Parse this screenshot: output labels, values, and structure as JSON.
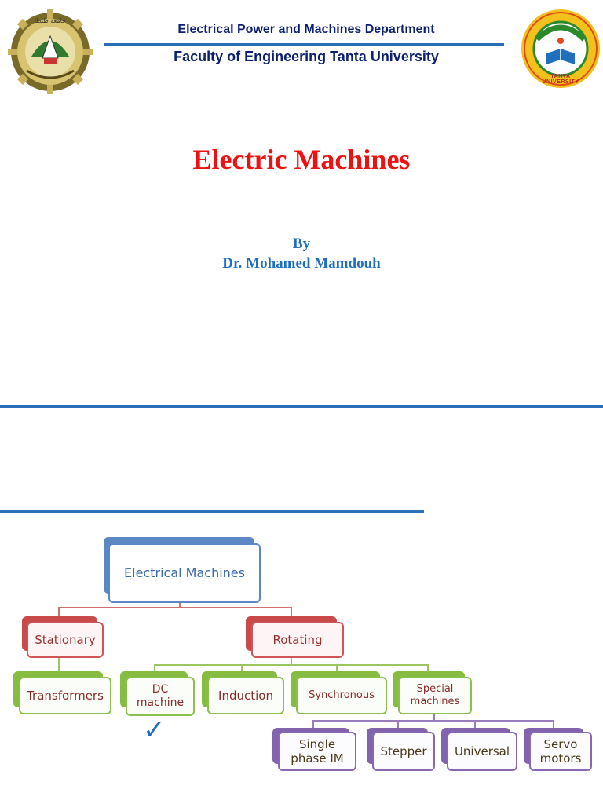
{
  "header": {
    "department": "Electrical Power and Machines Department",
    "faculty": "Faculty of Engineering Tanta University",
    "left_logo_text": "جامعة طنطا",
    "right_logo_text": "TANTA UNIVERSITY"
  },
  "title": "Electric Machines",
  "author": {
    "by": "By",
    "name": "Dr. Mohamed Mamdouh"
  },
  "diagram": {
    "root": "Electrical Machines",
    "stationary": "Stationary",
    "rotating": "Rotating",
    "transformers": "Transformers",
    "dc_line1": "DC",
    "dc_line2": "machine",
    "induction": "Induction",
    "synchronous": "Synchronous",
    "special_line1": "Special",
    "special_line2": "machines",
    "single_line1": "Single",
    "single_line2": "phase IM",
    "stepper": "Stepper",
    "universal": "Universal",
    "servo_line1": "Servo",
    "servo_line2": "motors",
    "checkmark": "✓"
  },
  "colors": {
    "title": "#ee1111",
    "author": "#1f6fbf",
    "header_text": "#0c1f72",
    "rule": "#2a6fba"
  }
}
